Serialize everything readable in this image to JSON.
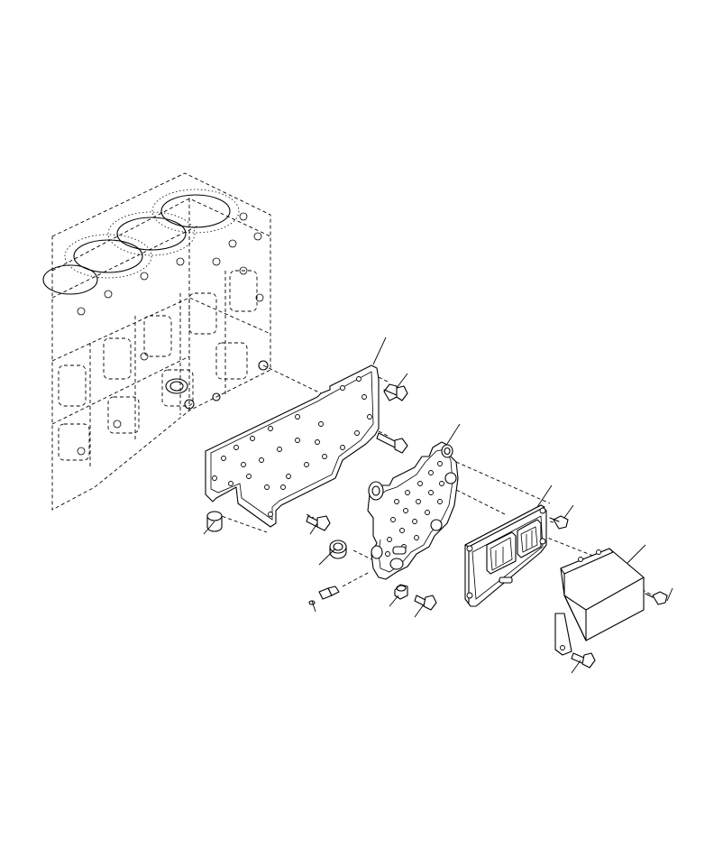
{
  "figure": {
    "kind": "exploded-parts-diagram",
    "callout_labels": [],
    "parts": [
      "engine-block",
      "mounting-plate",
      "spacer-bushing",
      "cap-screw",
      "ecm-mounting-bracket",
      "plug-fitting",
      "o-ring",
      "grommet",
      "flange-nut",
      "electronic-control-module",
      "heat-shield-cover"
    ],
    "colors": {
      "line": "#000000",
      "background": "#ffffff"
    }
  }
}
